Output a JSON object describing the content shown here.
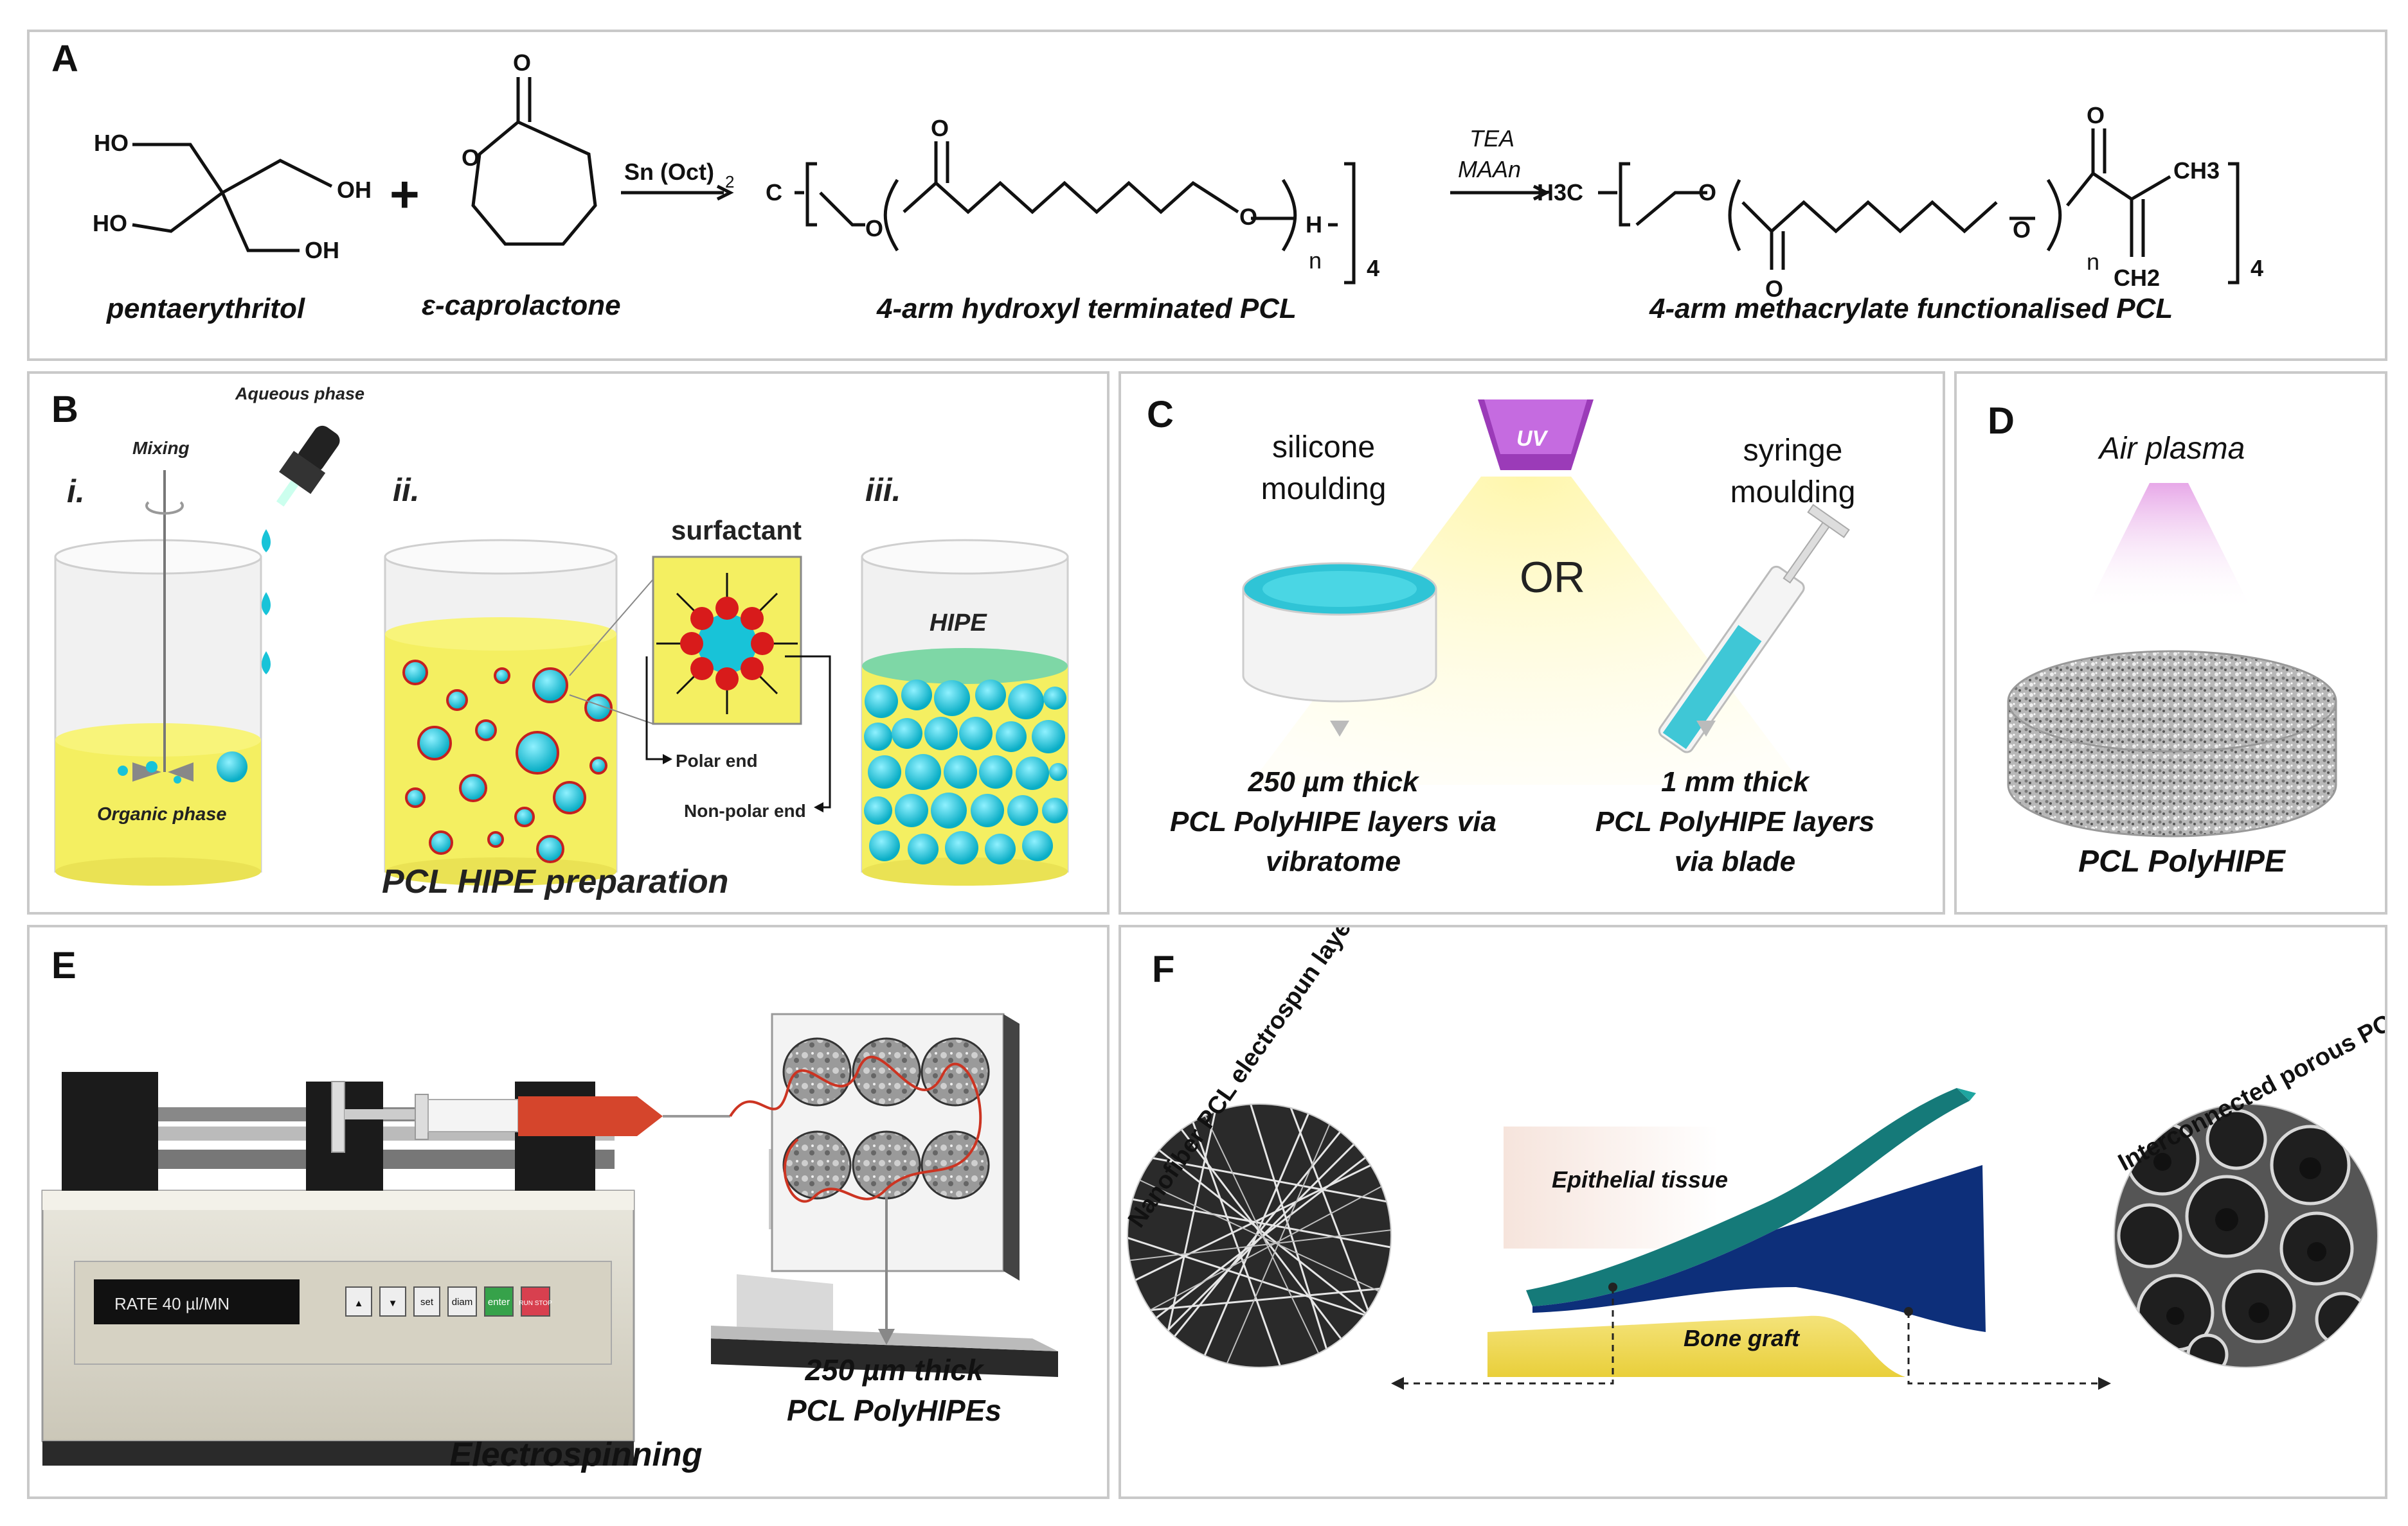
{
  "panels": {
    "A": {
      "label": "A",
      "pentaerythritol": "pentaerythritol",
      "caprolactone": "ε-caprolactone",
      "hydroxyl_pcl": "4-arm hydroxyl terminated PCL",
      "methacrylate_pcl": "4-arm methacrylate functionalised PCL",
      "catalyst": "Sn (Oct)",
      "catalyst_sub": "2",
      "reagent1": "TEA",
      "reagent2": "MAAn",
      "plus": "+",
      "oh_groups": [
        "HO",
        "OH",
        "HO",
        "OH"
      ],
      "c_atom": "C",
      "o_atom": "O",
      "h_atom": "H",
      "n_sub": "n",
      "four_sub": "4",
      "h3c": "H3C",
      "ch3": "CH3",
      "ch2": "CH2"
    },
    "B": {
      "label": "B",
      "mixing": "Mixing",
      "aqueous": "Aqueous phase",
      "step_i": "i.",
      "step_ii": "ii.",
      "step_iii": "iii.",
      "organic": "Organic phase",
      "surfactant": "surfactant",
      "polar": "Polar end",
      "nonpolar": "Non-polar end",
      "hipe": "HIPE",
      "caption": "PCL HIPE preparation"
    },
    "C": {
      "label": "C",
      "silicone": [
        "silicone",
        "moulding"
      ],
      "syringe": [
        "syringe",
        "moulding"
      ],
      "uv": "UV",
      "or": "OR",
      "left_caption": [
        "250 µm thick",
        "PCL PolyHIPE layers via",
        "vibratome"
      ],
      "right_caption": [
        "1 mm thick",
        "PCL PolyHIPE layers",
        "via blade"
      ]
    },
    "D": {
      "label": "D",
      "air_plasma": "Air plasma",
      "caption": "PCL PolyHIPE"
    },
    "E": {
      "label": "E",
      "display": "RATE 40 µl/MN",
      "buttons": [
        "▲",
        "▼",
        "set",
        "diam",
        "enter",
        "RUN STOP"
      ],
      "caption_lines": [
        "250 µm thick",
        "PCL PolyHIPEs"
      ],
      "caption": "Electrospinning"
    },
    "F": {
      "label": "F",
      "left_arc": "Nanofiber PCL electrospun layer",
      "right_arc": "Interconnected porous PCL PolyHIPE layer",
      "epithelial": "Epithelial tissue",
      "bone": "Bone graft"
    }
  },
  "colors": {
    "yellow": "#f7ef5e",
    "cyan": "#18c3d8",
    "red": "#e01b1b",
    "uv_purple": "#a040c0",
    "teal": "#17938e",
    "navy": "#0d2f7a",
    "bone": "#f0dc5a",
    "border": "#c9c9c9"
  }
}
